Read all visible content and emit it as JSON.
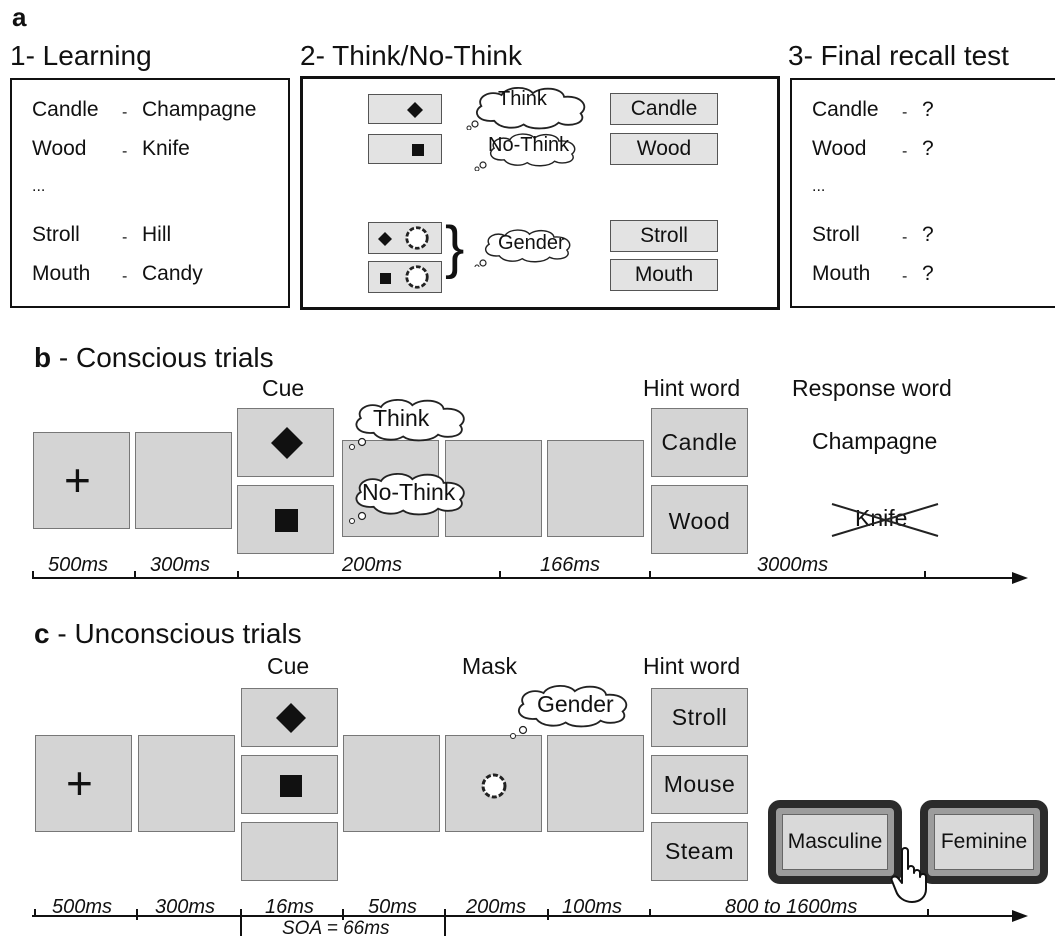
{
  "a": {
    "label": "a",
    "learning": {
      "title": "1- Learning",
      "rows": [
        {
          "cue": "Candle",
          "target": "Champagne"
        },
        {
          "cue": "Wood",
          "target": "Knife"
        },
        {
          "cue": "...",
          "target": ""
        },
        {
          "cue": "Stroll",
          "target": "Hill"
        },
        {
          "cue": "Mouth",
          "target": "Candy"
        }
      ]
    },
    "tnt": {
      "title": "2- Think/No-Think",
      "think": "Think",
      "nothink": "No-Think",
      "gender": "Gender",
      "words": [
        "Candle",
        "Wood",
        "Stroll",
        "Mouth"
      ]
    },
    "recall": {
      "title": "3- Final recall test",
      "rows": [
        {
          "cue": "Candle",
          "target": "?"
        },
        {
          "cue": "Wood",
          "target": "?"
        },
        {
          "cue": "...",
          "target": ""
        },
        {
          "cue": "Stroll",
          "target": "?"
        },
        {
          "cue": "Mouth",
          "target": "?"
        }
      ]
    },
    "dash": "-"
  },
  "b": {
    "label": "b",
    "title": " - Conscious trials",
    "cue": "Cue",
    "hint": "Hint word",
    "response": "Response word",
    "think": "Think",
    "nothink": "No-Think",
    "hint_words": [
      "Candle",
      "Wood"
    ],
    "response_word": "Champagne",
    "crossed_word": "Knife",
    "times": [
      "500ms",
      "300ms",
      "200ms",
      "166ms",
      "3000ms"
    ]
  },
  "c": {
    "label": "c",
    "title": " - Unconscious trials",
    "cue": "Cue",
    "mask": "Mask",
    "hint": "Hint word",
    "gender": "Gender",
    "hint_words": [
      "Stroll",
      "Mouse",
      "Steam"
    ],
    "buttons": [
      "Masculine",
      "Feminine"
    ],
    "times": [
      "500ms",
      "300ms",
      "16ms",
      "50ms",
      "200ms",
      "100ms",
      "800 to 1600ms"
    ],
    "soa": "SOA = 66ms"
  },
  "symbols": {
    "fixation": "+",
    "cue_think": "diamond-icon",
    "cue_nothink": "square-icon",
    "mask": "octagon-ring-icon",
    "response": "hand-pointer-icon"
  }
}
